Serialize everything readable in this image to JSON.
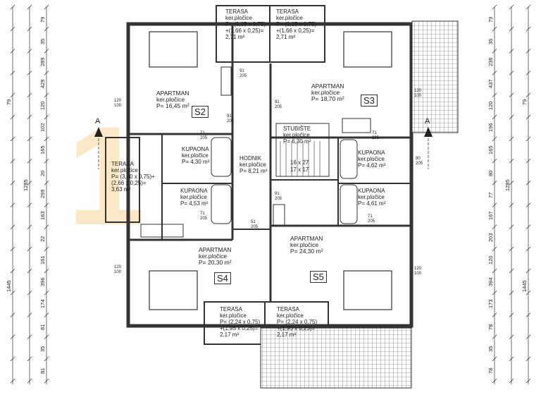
{
  "watermark": {
    "char": "1"
  },
  "rooms": [
    {
      "id": "terasa-top-left",
      "lines": [
        "TERASA",
        "ker.pločice",
        "P= (3,05 x 0,75)",
        "+(1,66 x 0,25)=",
        "2,71 m²"
      ]
    },
    {
      "id": "terasa-top-right",
      "lines": [
        "TERASA",
        "ker.pločice",
        "P= (3,05 x 0,75)",
        "+(1,66 x 0,25)=",
        "2,71 m²"
      ]
    },
    {
      "id": "apartman-s2",
      "lines": [
        "APARTMAN",
        "ker.pločice",
        "P= 16,45 m²"
      ],
      "code": "S2"
    },
    {
      "id": "apartman-s3",
      "lines": [
        "APARTMAN",
        "ker.pločice",
        "P= 18,70 m²"
      ],
      "code": "S3"
    },
    {
      "id": "stubiste",
      "lines": [
        "STUBIŠTE",
        "ker.pločice",
        "P= 6,30 m²"
      ]
    },
    {
      "id": "kupaona-left-1",
      "lines": [
        "KUPAONA",
        "ker.pločice",
        "P= 4,30 m²"
      ]
    },
    {
      "id": "kupaona-left-2",
      "lines": [
        "KUPAONA",
        "ker.pločice",
        "P= 4,53 m²"
      ]
    },
    {
      "id": "hodnik",
      "lines": [
        "HODNIK",
        "ker.pločice",
        "P= 8,21 m²"
      ]
    },
    {
      "id": "kupaona-right-1",
      "lines": [
        "KUPAONA",
        "ker.pločice",
        "P= 4,62 m²"
      ]
    },
    {
      "id": "kupaona-right-2",
      "lines": [
        "KUPAONA",
        "ker.pločice",
        "P= 4,61 m²"
      ]
    },
    {
      "id": "terasa-left",
      "lines": [
        "TERASA",
        "ker.pločice",
        "P= (3,90 x 0,75)+",
        "(2,66 x 0,25)=",
        "3,63 m²"
      ]
    },
    {
      "id": "apartman-s4",
      "lines": [
        "APARTMAN",
        "ker.pločice",
        "P= 20,30 m²"
      ],
      "code": "S4"
    },
    {
      "id": "apartman-s5",
      "lines": [
        "APARTMAN",
        "ker.pločice",
        "P= 24,30 m²"
      ],
      "code": "S5"
    },
    {
      "id": "terasa-bottom-left",
      "lines": [
        "TERASA",
        "ker.pločice",
        "P= (2,24 x 0,75)",
        "+(1,95 x 0,25)=",
        "2,17 m²"
      ]
    },
    {
      "id": "terasa-bottom-right",
      "lines": [
        "TERASA",
        "ker.pločice",
        "P= (2,24 x 0,75)",
        "+(1,95 x 0,25)=",
        "2,17 m²"
      ]
    }
  ],
  "stair_labels": [
    "16 x 27",
    "17 x 17"
  ],
  "door_labels": [
    "91\n205",
    "91\n205",
    "91\n205",
    "91\n205",
    "71\n205",
    "71\n205",
    "71\n205",
    "71\n205",
    "51\n205",
    "80\n205"
  ],
  "window_labels": [
    "120\n100",
    "120\n100",
    "120\n100",
    "120\n100"
  ],
  "section_marker": {
    "left": "A",
    "right": "A"
  },
  "dims_left_outer": [
    "79",
    "1445"
  ],
  "dims_left_mid": [
    "1285"
  ],
  "dims_left_inner": [
    "79",
    "35",
    "289",
    "429",
    "120",
    "102",
    "165",
    "20",
    "299",
    "163",
    "22",
    "161",
    "396",
    "174",
    "81",
    "35",
    "81"
  ],
  "dims_right_outer": [
    "79",
    "1445"
  ],
  "dims_right_mid": [
    "1285"
  ],
  "dims_right_inner": [
    "79",
    "35",
    "236",
    "437",
    "120",
    "196",
    "165",
    "80",
    "77",
    "167",
    "203",
    "120",
    "394",
    "173",
    "78",
    "35",
    "78"
  ]
}
